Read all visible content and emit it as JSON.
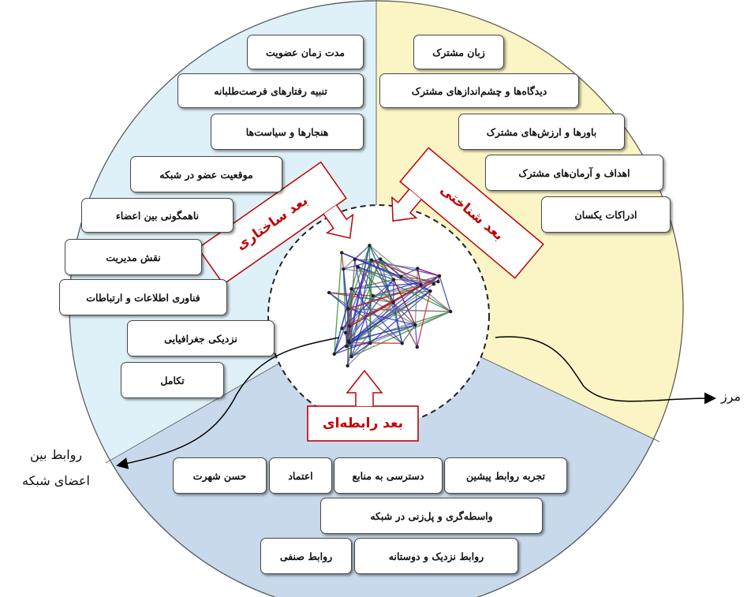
{
  "colors": {
    "structural_bg": "#dff1f8",
    "cognitive_bg": "#fbf5c6",
    "relational_bg": "#c9d9ec",
    "accent_red": "#c00000",
    "outline": "#4a4a4a"
  },
  "dimensions": {
    "structural": "بعد ساختاری",
    "cognitive": "بعد شناختی",
    "relational": "بعد رابطه‌ای"
  },
  "structural_items": [
    "مدت زمان عضویت",
    "تنبیه رفتارهای فرصت‌طلبانه",
    "هنجارها و سیاست‌ها",
    "موقعیت عضو در شبکه",
    "ناهمگونی بین اعضاء",
    "نقش مدیریت",
    "فناوری اطلاعات و ارتباطات",
    "نزدیکی جغرافیایی",
    "تکامل"
  ],
  "cognitive_items": [
    "زبان مشترک",
    "دیدگاه‌ها و چشم‌اندازهای مشترک",
    "باورها و ارزش‌های مشترک",
    "اهداف و آرمان‌های مشترک",
    "ادراکات یکسان"
  ],
  "relational_items": [
    "تجربه روابط پیشین",
    "دسترسی به منابع",
    "اعتماد",
    "حسن شهرت",
    "واسطه‌گری و پل‌زنی در شبکه",
    "روابط نزدیک و دوستانه",
    "روابط صنفی"
  ],
  "annotations": {
    "boundary": "مرز",
    "member_relations_line1": "روابط بین",
    "member_relations_line2": "اعضای شبکه"
  }
}
